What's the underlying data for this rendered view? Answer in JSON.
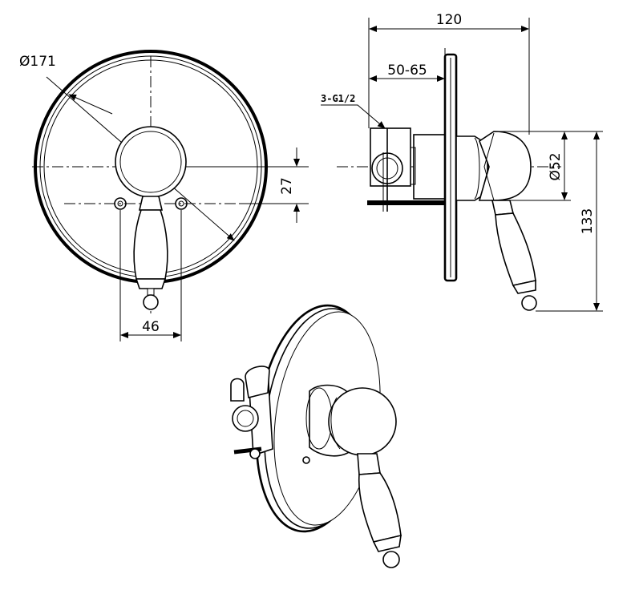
{
  "dimensions": {
    "plate_diameter": "Ø171",
    "vertical_offset": "27",
    "screw_spacing": "46",
    "overall_depth": "120",
    "wall_depth_range": "50-65",
    "inlet_connections": "3-G1/2",
    "handle_diameter": "Ø52",
    "overall_height": "133"
  }
}
